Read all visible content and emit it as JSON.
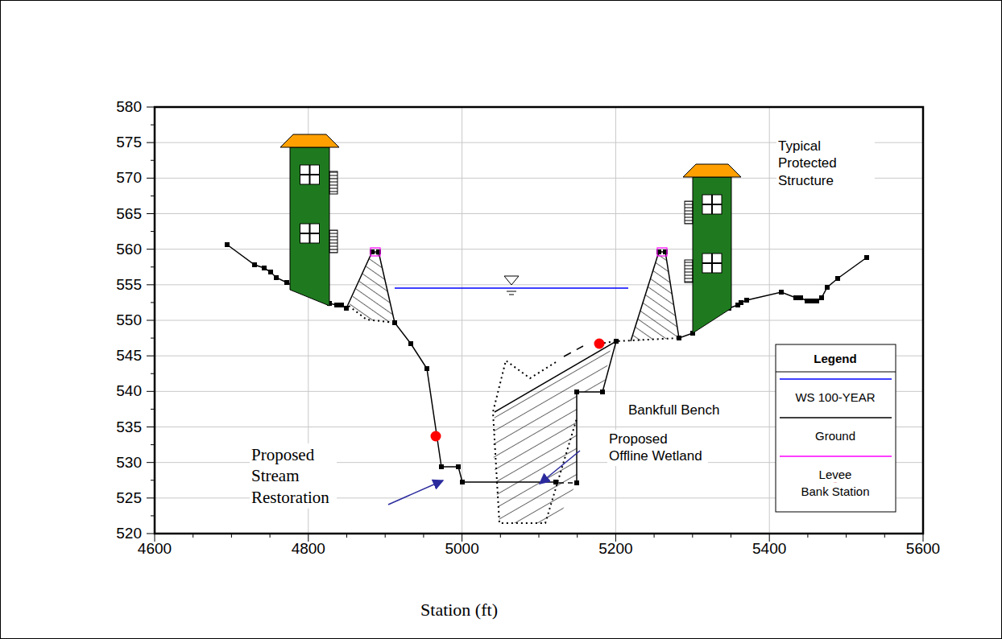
{
  "diagram": {
    "labels": [
      "580",
      "575",
      "570",
      "565",
      "560",
      "555",
      "550",
      "545",
      "540",
      "535",
      "530",
      "525",
      "520",
      "4600",
      "4800",
      "5000",
      "5200",
      "5400",
      "5600",
      "Station (ft)",
      "Typical Protected Structure",
      "Bankfull Bench",
      "Proposed Offline Wetland",
      "Proposed Stream Restoration",
      "Legend"
    ],
    "legend": [
      {
        "text": "WS 100-YEAR"
      },
      {
        "text": "Ground"
      },
      {
        "text": "Levee"
      },
      {
        "text": "Bank Station"
      }
    ]
  }
}
